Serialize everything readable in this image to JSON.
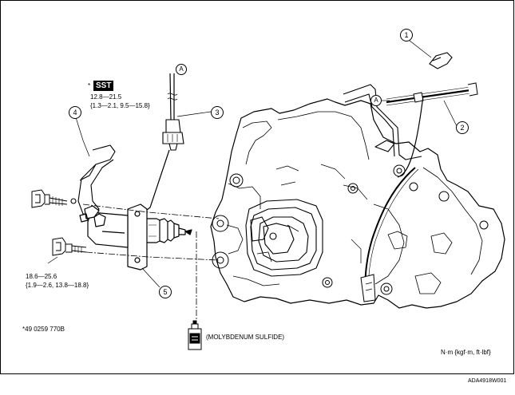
{
  "callouts": [
    "1",
    "2",
    "3",
    "4",
    "5"
  ],
  "ref_marker": "A",
  "sst": {
    "star": "*",
    "badge": "SST",
    "torque_nm": "12.8—21.5",
    "torque_other": "{1.3—2.1, 9.5—15.8}"
  },
  "bolt_torque": {
    "nm": "18.6—25.6",
    "other": "{1.9—2.6, 13.8—18.8}"
  },
  "tool_number": "*49 0259 770B",
  "lubricant": "(MOLYBDENUM SULFIDE)",
  "units": "N·m {kgf·m, ft·lbf}",
  "figure_id": "ADA4918W001"
}
